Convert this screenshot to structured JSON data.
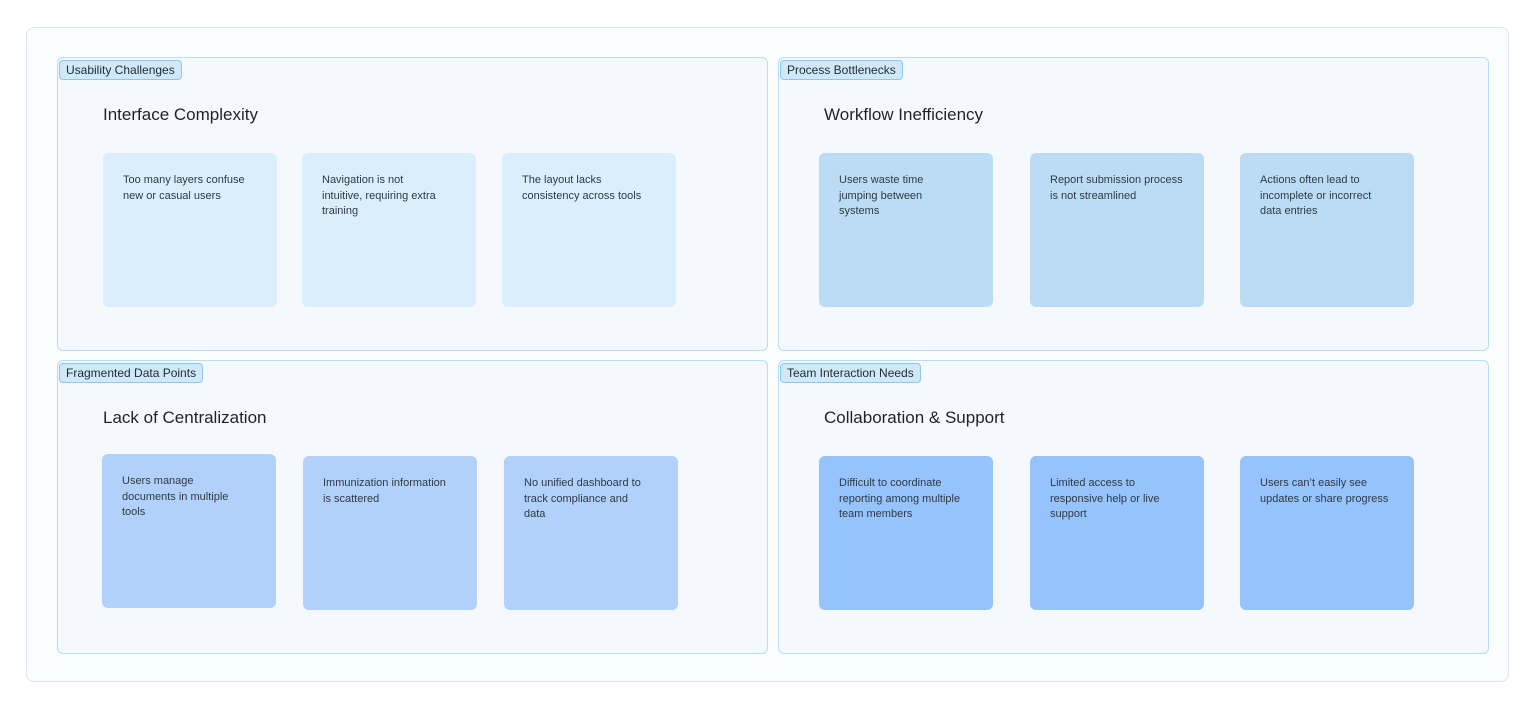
{
  "sections": [
    {
      "tag": "Usability Challenges",
      "title": "Interface Complexity",
      "notes": [
        [
          "Too many layers confuse",
          "new or casual users"
        ],
        [
          "Navigation is not",
          "intuitive, requiring extra",
          "training"
        ],
        [
          "The layout lacks",
          "consistency across tools"
        ]
      ]
    },
    {
      "tag": "Process Bottlenecks",
      "title": "Workflow Inefficiency",
      "notes": [
        [
          "Users waste time",
          "jumping between",
          "systems"
        ],
        [
          "Report submission process",
          "is not streamlined"
        ],
        [
          "Actions often lead to",
          "incomplete or incorrect",
          "data entries"
        ]
      ]
    },
    {
      "tag": "Fragmented Data Points",
      "title": "Lack of Centralization",
      "notes": [
        [
          "Users manage",
          "documents in multiple",
          "tools"
        ],
        [
          "Immunization information",
          "is scattered"
        ],
        [
          "No unified dashboard to",
          "track compliance and",
          "data"
        ]
      ]
    },
    {
      "tag": "Team Interaction Needs",
      "title": "Collaboration & Support",
      "notes": [
        [
          "Difficult to coordinate",
          "reporting among multiple",
          "team members"
        ],
        [
          "Limited access to",
          "responsive help or live",
          "support"
        ],
        [
          "Users can’t easily see",
          "updates or share progress"
        ]
      ]
    }
  ],
  "colors": {
    "section_border": "#b9ddf5",
    "tag_fill": "#cfe9fb",
    "note_usability": "#dbeefc",
    "note_process": "#bcdcf5",
    "note_data": "#b1d1fa",
    "note_team": "#96c3fb"
  }
}
